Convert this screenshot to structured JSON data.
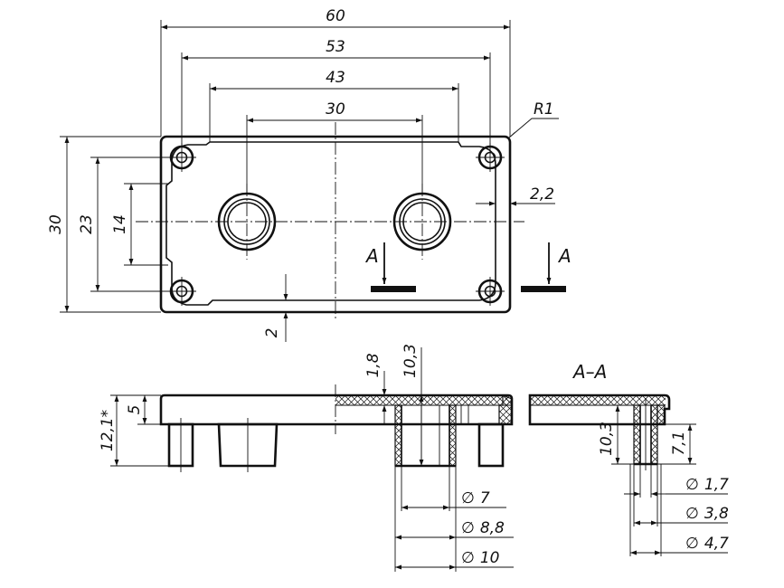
{
  "top_view": {
    "dims": {
      "w60": "60",
      "w53": "53",
      "w43": "43",
      "w30": "30",
      "h30": "30",
      "h23": "23",
      "h14": "14",
      "r1": "R1",
      "d22": "2,2",
      "d2": "2"
    },
    "section_marks": {
      "left": "A",
      "right": "A"
    }
  },
  "side_view": {
    "dims": {
      "h121": "12,1*",
      "h5": "5",
      "t18": "1,8",
      "h103": "10,3",
      "d7": "7",
      "d88": "8,8",
      "d10": "10"
    }
  },
  "section_view": {
    "title": "A–A",
    "dims": {
      "h103": "10,3",
      "h71": "7,1",
      "d17": "1,7",
      "d38": "3,8",
      "d47": "4,7"
    }
  },
  "symbols": {
    "diameter": "∅"
  }
}
